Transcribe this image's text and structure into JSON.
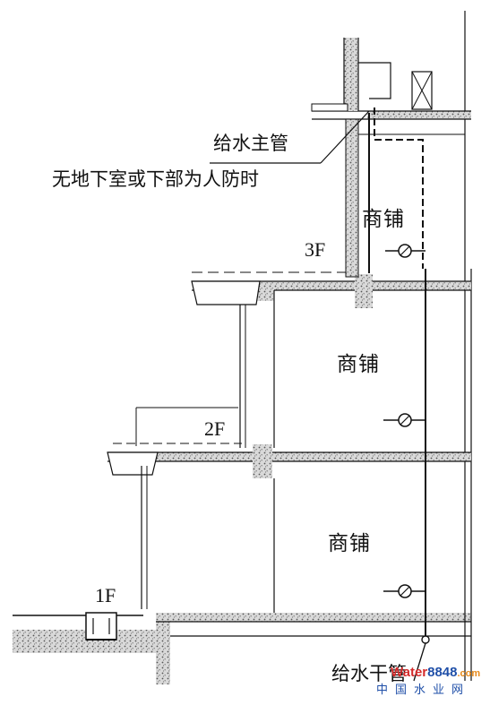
{
  "labels": {
    "main_pipe": "给水主管",
    "condition_note": "无地下室或下部为人防时",
    "supply_pipe": "给水干管"
  },
  "floors": [
    "1F",
    "2F",
    "3F"
  ],
  "rooms": [
    "商铺",
    "商铺",
    "商铺"
  ],
  "watermark": {
    "brand_prefix": "Water",
    "brand_suffix": "8848",
    "brand_tld": ".com",
    "site_name": "中国水业网"
  },
  "colors": {
    "line": "#111111",
    "hatch": "#9a9a9a",
    "watermark_blue": "#1f4fa8",
    "watermark_red": "#d42b2b",
    "watermark_orange": "#e88a1a"
  }
}
